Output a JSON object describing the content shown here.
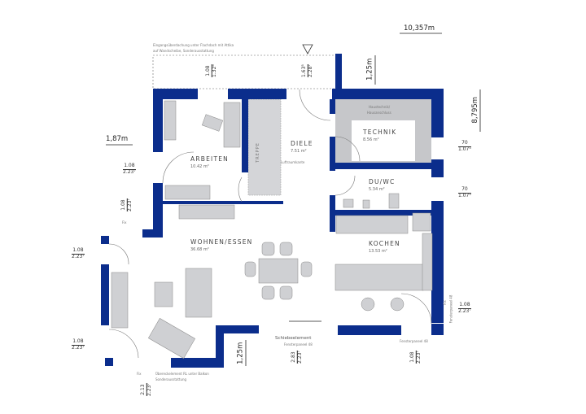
{
  "colors": {
    "wall": "#0b2d8c",
    "furniture": "#cfd0d3",
    "floor_gray": "#c6c7ca",
    "line": "#555555"
  },
  "dimensions": {
    "total_width": "10,357m",
    "total_depth": "8,795m",
    "entrance_offset": "1,25m",
    "left_offset": "1,87m",
    "bottom_offset": "1,25m"
  },
  "rooms": [
    {
      "name": "ARBEITEN",
      "area": "10.42 m²"
    },
    {
      "name": "DIELE",
      "area": "7.51 m²"
    },
    {
      "name": "TECHNIK",
      "area": "8.56 m²"
    },
    {
      "name": "DU/WC",
      "area": "5.34 m²"
    },
    {
      "name": "WOHNEN/ESSEN",
      "area": "36.68 m²"
    },
    {
      "name": "KOCHEN",
      "area": "13.53 m²"
    }
  ],
  "labels": {
    "treppe": "TREPPE",
    "luftraumkante": "Luftraumkante",
    "haustechnik_1": "Haustechnik/",
    "haustechnik_2": "Hausanschluss",
    "canopy_1": "Eingangsüberdachung unter Flachdach mit Attika",
    "canopy_2": "auf Wandscheibe, Sonderausstattung",
    "schiebeelement": "Schiebeelement",
    "fensterpaneel_1": "Fensterpaneel 48",
    "fensterpaneel_2": "Fensterpaneel 48",
    "fensterpaneel_3": "Fensterpaneel 48",
    "fix_1": "Fix",
    "fix_2": "Fix",
    "fix_3": "Fix",
    "balcony_1": "Übereckelement RL unter Balkon",
    "balcony_2": "Sonderausstattung"
  },
  "openings": [
    {
      "w": "1.08",
      "h": "1.32⁵"
    },
    {
      "w": "1.63⁵",
      "h": "2.28⁷"
    },
    {
      "w": "1.08",
      "h": "2.23⁷"
    },
    {
      "w": "1.08",
      "h": "2.23⁷"
    },
    {
      "w": "1.08",
      "h": "2.23⁷"
    },
    {
      "w": "1.08",
      "h": "2.23⁷"
    },
    {
      "w": "70",
      "h": "1.07⁵"
    },
    {
      "w": "70",
      "h": "1.07⁵"
    },
    {
      "w": "1.08",
      "h": "2.23⁷"
    },
    {
      "w": "2.83",
      "h": "2.23⁷"
    },
    {
      "w": "1.08",
      "h": "2.23⁷"
    },
    {
      "w": "2.13",
      "h": "2.23⁷"
    }
  ]
}
